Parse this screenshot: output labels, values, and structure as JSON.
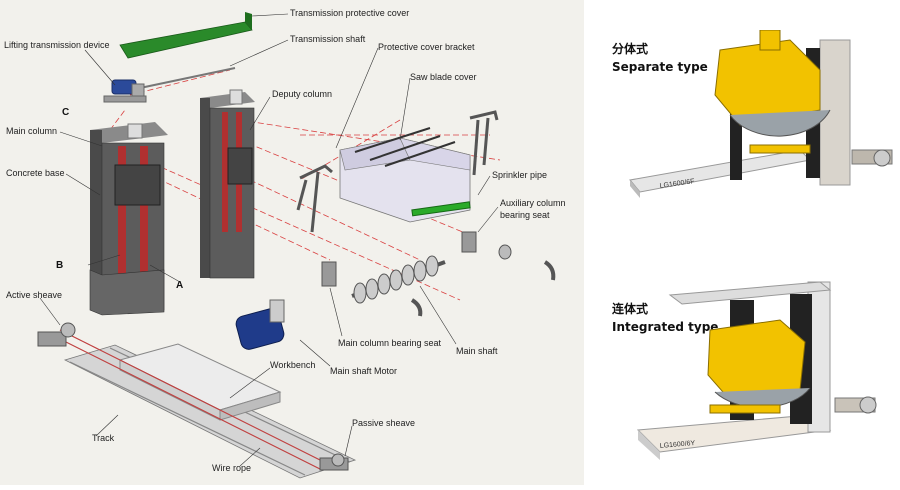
{
  "diagram": {
    "labels": {
      "transmission_protective_cover": "Transmission protective cover",
      "transmission_shaft": "Transmission shaft",
      "lifting_transmission_device": "Lifting transmission device",
      "protective_cover_bracket": "Protective cover bracket",
      "saw_blade_cover": "Saw blade cover",
      "deputy_column": "Deputy column",
      "main_column": "Main column",
      "concrete_base": "Concrete base",
      "sprinkler_pipe": "Sprinkler pipe",
      "auxiliary_column_bearing_seat": [
        "Auxiliary column",
        "bearing seat"
      ],
      "active_sheave": "Active sheave",
      "main_column_bearing_seat": "Main column bearing seat",
      "main_shaft": "Main shaft",
      "workbench": "Workbench",
      "main_shaft_motor": "Main shaft Motor",
      "track": "Track",
      "passive_sheave": "Passive sheave",
      "wire_rope": "Wire rope"
    },
    "letters": {
      "a": "A",
      "b": "B",
      "c": "C"
    }
  },
  "photos": [
    {
      "chinese": "分体式",
      "english": "Separate type",
      "plate": "LG1600/6F"
    },
    {
      "chinese": "连体式",
      "english": "Integrated type",
      "plate": "LG1600/6Y"
    }
  ],
  "colors": {
    "accent_yellow": "#f2c200",
    "cover_green": "#2a8a2a",
    "column_gray": "#5c5c5c"
  }
}
